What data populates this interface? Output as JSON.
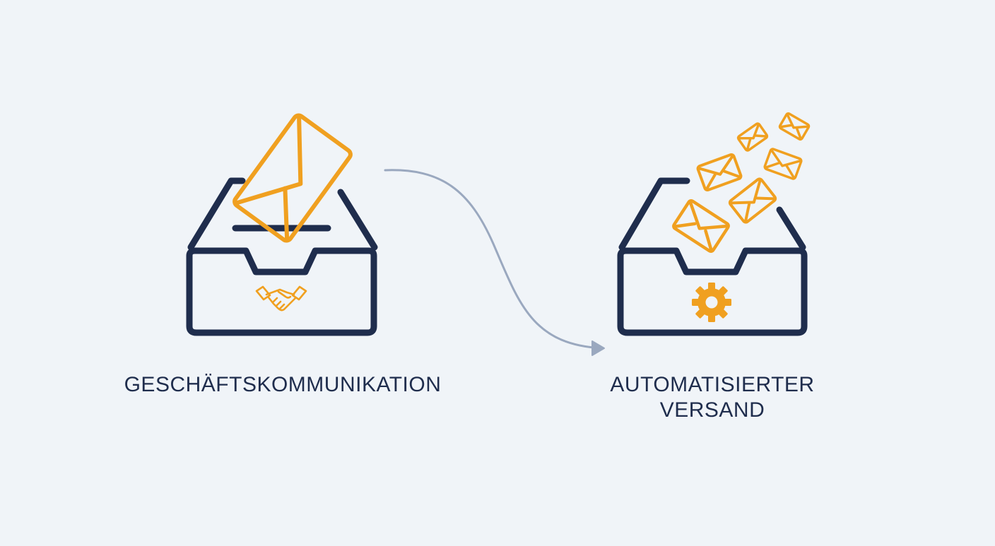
{
  "colors": {
    "background": "#f0f4f8",
    "tray": "#1f2d4d",
    "accent": "#f0a020",
    "arrow": "#9aa8bf"
  },
  "left": {
    "tray_icon": "inbox-tray-icon",
    "envelope_icon": "envelope-icon",
    "emblem_icon": "handshake-icon",
    "label": "GESCHÄFTSKOMMUNIKATION"
  },
  "right": {
    "tray_icon": "inbox-tray-icon",
    "envelope_icon": "envelope-icon",
    "emblem_icon": "gear-icon",
    "label_line1": "AUTOMATISIERTER",
    "label_line2": "VERSAND"
  },
  "connector": {
    "icon": "curved-arrow-icon"
  }
}
